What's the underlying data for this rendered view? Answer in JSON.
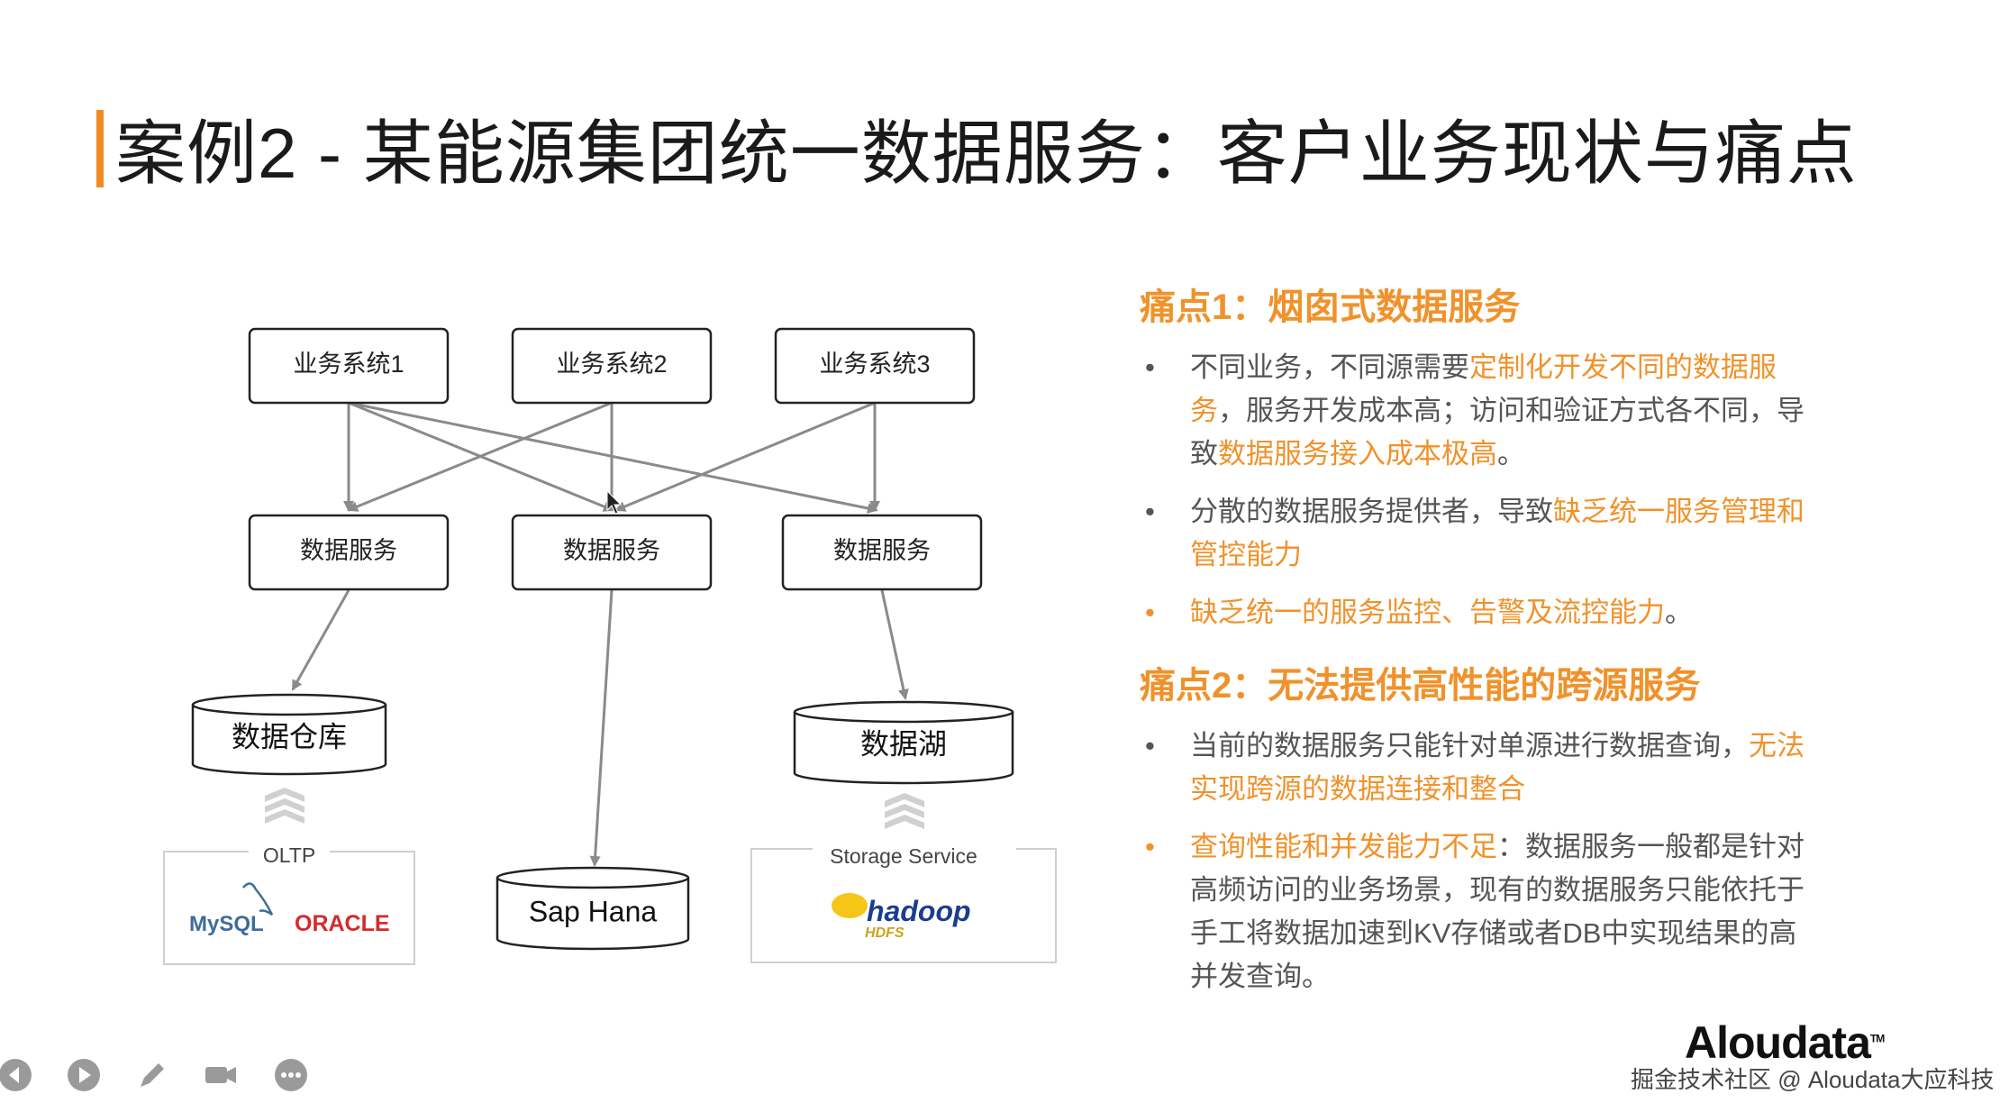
{
  "title": "案例2 - 某能源集团统一数据服务：客户业务现状与痛点",
  "diagram": {
    "business_systems": [
      "业务系统1",
      "业务系统2",
      "业务系统3"
    ],
    "data_services": [
      "数据服务",
      "数据服务",
      "数据服务"
    ],
    "stores": {
      "warehouse": "数据仓库",
      "sap": "Sap Hana",
      "lake": "数据湖"
    },
    "sources": {
      "oltp_label": "OLTP",
      "mysql": "MySQL",
      "oracle": "ORACLE",
      "storage_label": "Storage Service",
      "hadoop": "hadoop",
      "hdfs": "HDFS"
    }
  },
  "pain1": {
    "title": "痛点1：烟囱式数据服务",
    "bullets": [
      {
        "segments": [
          {
            "text": "不同业务，不同源需要",
            "hl": false
          },
          {
            "text": "定制化开发不同的数据服务",
            "hl": true
          },
          {
            "text": "，服务开发成本高；访问和验证方式各不同，导致",
            "hl": false
          },
          {
            "text": "数据服务接入成本极高",
            "hl": true
          },
          {
            "text": "。",
            "hl": false
          }
        ],
        "hl_dot": false
      },
      {
        "segments": [
          {
            "text": "分散的数据服务提供者，导致",
            "hl": false
          },
          {
            "text": "缺乏统一服务管理和管控能力",
            "hl": true
          }
        ],
        "hl_dot": false
      },
      {
        "segments": [
          {
            "text": "缺乏统一的服务监控、告警及流控能力",
            "hl": true
          },
          {
            "text": "。",
            "hl": false
          }
        ],
        "hl_dot": true
      }
    ]
  },
  "pain2": {
    "title": "痛点2：无法提供高性能的跨源服务",
    "bullets": [
      {
        "segments": [
          {
            "text": "当前的数据服务只能针对单源进行数据查询，",
            "hl": false
          },
          {
            "text": "无法实现跨源的数据连接和整合",
            "hl": true
          }
        ],
        "hl_dot": false
      },
      {
        "segments": [
          {
            "text": "查询性能和并发能力不足",
            "hl": true
          },
          {
            "text": "：数据服务一般都是针对高频访问的业务场景，现有的数据服务只能依托于手工将数据加速到KV存储或者DB中实现结果的高并发查询。",
            "hl": false
          }
        ],
        "hl_dot": true
      }
    ]
  },
  "bullet_char": "•",
  "logo": "Aloudata",
  "logo_tm": "TM",
  "watermark": "掘金技术社区 @ Aloudata大应科技",
  "colors": {
    "accent": "#f0922b",
    "title_bar": "#f08c23"
  }
}
